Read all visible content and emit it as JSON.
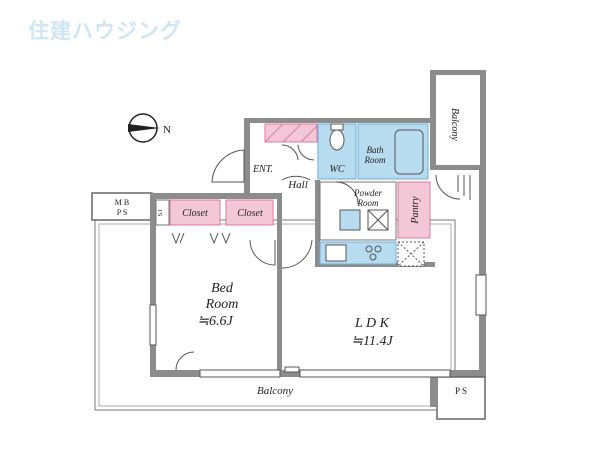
{
  "watermark": "住建ハウジング",
  "compass": {
    "label": "N"
  },
  "rooms": {
    "bed": {
      "name": "Bed",
      "name2": "Room",
      "size": "≒6.6J"
    },
    "ldk": {
      "name": "L D K",
      "size": "≒11.4J"
    },
    "balcony_bottom": "Balcony",
    "balcony_right": "Balcony",
    "hall": "Hall",
    "ent": "ENT.",
    "wc": "WC",
    "bath": {
      "line1": "Bath",
      "line2": "Room"
    },
    "powder": {
      "line1": "Powder",
      "line2": "Room"
    },
    "pantry": "Pantry",
    "closet1": "Closet",
    "closet2": "Closet",
    "mbps": {
      "line1": "M B",
      "line2": "P S"
    },
    "ps": "P S",
    "si": "S.I"
  },
  "colors": {
    "closet_fill": "#f2c7d6",
    "closet_stroke": "#e07aa5",
    "water_fill": "#b7dcf0",
    "water_stroke": "#6ab0d6",
    "wall": "#8c8c8c",
    "watermark": "#cfe6f3"
  }
}
